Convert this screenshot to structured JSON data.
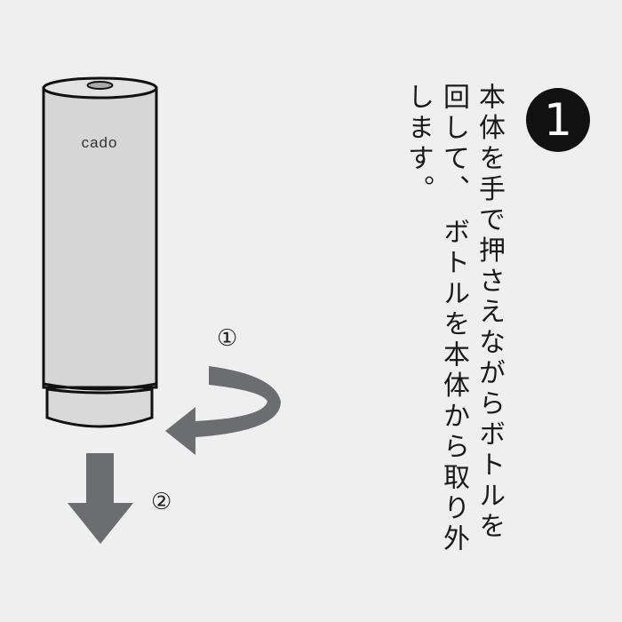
{
  "step": {
    "number": "1"
  },
  "instruction": {
    "line1": "本体を手で押さえながらボトルを",
    "line2a": "回して、",
    "line2b": "ボトルを本体から取り外",
    "line3": "します。"
  },
  "illustration": {
    "logo": "cado",
    "rotate_label": "①",
    "pull_label": "②",
    "arrow_color": "#6b6d70",
    "body_color": "#d6d6d6"
  }
}
